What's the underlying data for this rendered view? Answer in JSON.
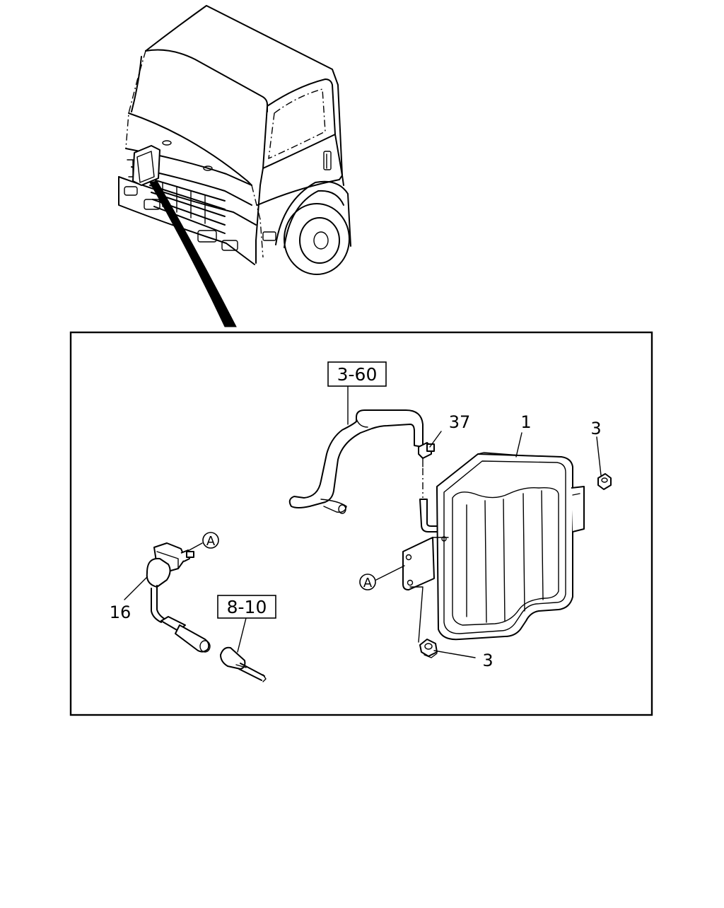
{
  "callouts": {
    "ref_upper": "3-60",
    "ref_lower": "8-10",
    "part_1": "1",
    "part_3_top": "3",
    "part_3_bottom": "3",
    "part_16": "16",
    "part_37": "37",
    "marker_a_left": "A",
    "marker_a_right": "A"
  }
}
